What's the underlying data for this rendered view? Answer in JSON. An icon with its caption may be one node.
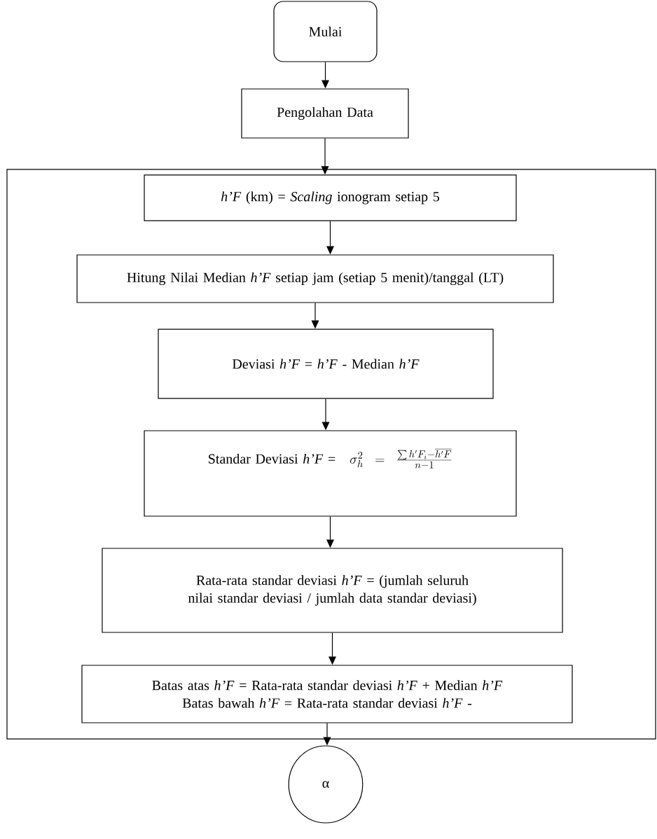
{
  "diagram": {
    "nodes": [
      {
        "text": [
          "Mulai"
        ]
      },
      {
        "text": [
          "Pengolahan Data"
        ]
      },
      {
        "text": [],
        "shape": "box"
      },
      {
        "text": [
          "*h’F* (km) = *Scaling* ionogram setiap 5"
        ],
        "in": 2
      },
      {
        "text": [
          "Hitung Nilai Median *h’F* setiap jam (setiap 5 menit)/tanggal (LT)"
        ],
        "in": 2
      },
      {
        "text": [
          "Deviasi *h’F* = *h’F* - Median *h’F*"
        ],
        "in": 2
      },
      {
        "text": [
          "Standar Deviasi *h’F* =",
          "\\sigma_h^2 = \\frac{\\sum h'F_i - \\overline{h'F}}{n-1}"
        ],
        "in": 2
      },
      {
        "text": [
          "Rata-rata standar deviasi *h’F* = (jumlah seluruh nilai standar deviasi / jumlah data standar deviasi)"
        ],
        "in": 2
      },
      {
        "text": [
          "Batas atas *h’F* = Rata-rata standar deviasi *h’F* + Median *h’F*",
          "Batas bawah *h’F* = Rata-rata standar deviasi *h’F* -"
        ],
        "in": 2
      },
      {
        "text": [
          "α"
        ]
      }
    ],
    "edges": [
      {
        "from": 0,
        "to": 1,
        "arrow": "to"
      },
      {
        "from": 1,
        "to": 3,
        "arrow": "to"
      },
      {
        "from": 3,
        "to": 4,
        "arrow": "to"
      },
      {
        "from": 4,
        "to": 5,
        "arrow": "to"
      },
      {
        "from": 5,
        "to": 6,
        "arrow": "to"
      },
      {
        "from": 6,
        "to": 7,
        "arrow": "to"
      },
      {
        "from": 7,
        "to": 8,
        "arrow": "to"
      },
      {
        "from": 8,
        "to": 9,
        "arrow": "to"
      }
    ]
  }
}
